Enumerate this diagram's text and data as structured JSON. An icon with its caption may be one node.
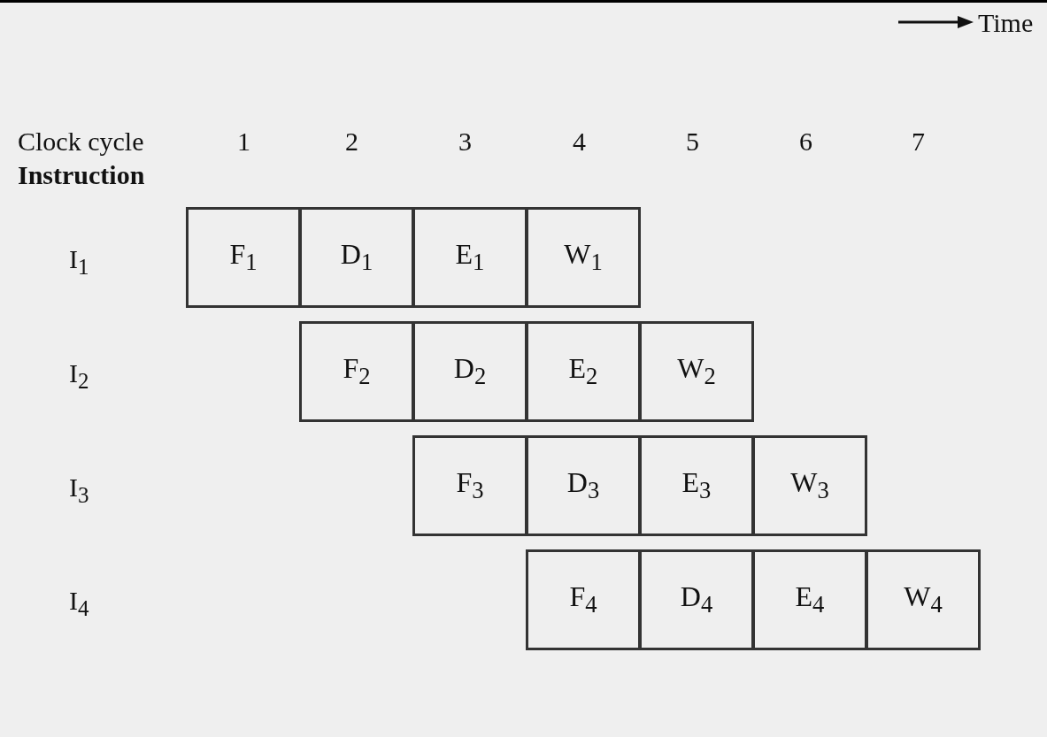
{
  "diagram": {
    "nodes": [
      {
        "text": [
          "F$_{1}$"
        ]
      },
      {
        "text": [
          "D$_{1}$"
        ]
      },
      {
        "text": [
          "E$_{1}$"
        ]
      },
      {
        "text": [
          "W$_{1}$"
        ]
      },
      {
        "text": [
          "F$_{2}$"
        ]
      },
      {
        "text": [
          "D$_{2}$"
        ]
      },
      {
        "text": [
          "E$_{2}$"
        ]
      },
      {
        "text": [
          "W$_{2}$"
        ]
      },
      {
        "text": [
          "F$_{3}$"
        ]
      },
      {
        "text": [
          "D$_{3}$"
        ]
      },
      {
        "text": [
          "E$_{3}$"
        ]
      },
      {
        "text": [
          "W$_{3}$"
        ]
      },
      {
        "text": [
          "F$_{4}$"
        ]
      },
      {
        "text": [
          "D$_{4}$"
        ]
      },
      {
        "text": [
          "E$_{4}$"
        ]
      },
      {
        "text": [
          "W$_{4}$"
        ]
      }
    ],
    "labels": [
      "Time",
      "Clock cycle",
      "1",
      "2",
      "3",
      "4",
      "5",
      "6",
      "7",
      "Instruction",
      "I$_{1}$",
      "I$_{2}$",
      "I$_{3}$",
      "I$_{4}$"
    ]
  }
}
